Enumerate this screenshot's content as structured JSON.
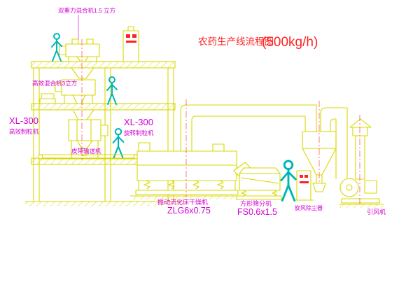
{
  "title": {
    "main": "农药生产线流程图",
    "capacity": "(500kg/h)"
  },
  "labels": {
    "top_mixer": "双重力混合机1.5 立方",
    "mixer2": "高效混合机3立方",
    "granulator_left_model": "XL-300",
    "granulator_left_name": "高效制粒机",
    "granulator_mid_model": "XL-300",
    "granulator_mid_name": "旋转制粒机",
    "belt": "皮带输送机",
    "dryer_name": "振动流化床干燥机",
    "dryer_model": "ZLG6x0.75",
    "sieve_name": "方形筛分机",
    "sieve_model": "FS0.6x1.5",
    "cyclone": "旋风除尘器",
    "fan": "引风机"
  },
  "colors": {
    "line": "#d8d800",
    "figure": "#00b6b6",
    "label": "#d400d4",
    "accent": "#ff2222",
    "background": "#ffffff"
  }
}
